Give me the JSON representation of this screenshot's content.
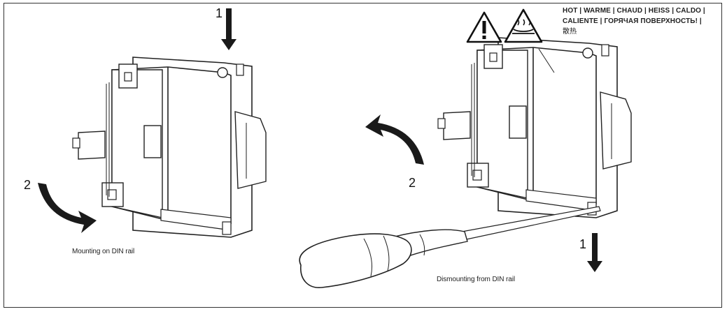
{
  "mounting": {
    "step1": "1",
    "step2": "2",
    "caption": "Mounting on DIN rail"
  },
  "dismounting": {
    "step1": "1",
    "step2": "2",
    "caption": "Dismounting from DIN rail"
  },
  "warning": {
    "line1": "HOT | WARME | CHAUD | HEISS | CALDO |",
    "line2": "CALIENTE | ГОРЯЧАЯ ПОВЕРХНОСТЬ! |",
    "line3": "散热"
  },
  "icons": [
    "warning-triangle-icon",
    "hot-surface-icon",
    "screwdriver-icon",
    "arrow-down-icon",
    "curved-arrow-icon"
  ],
  "colors": {
    "line": "#222222",
    "background": "#ffffff"
  }
}
